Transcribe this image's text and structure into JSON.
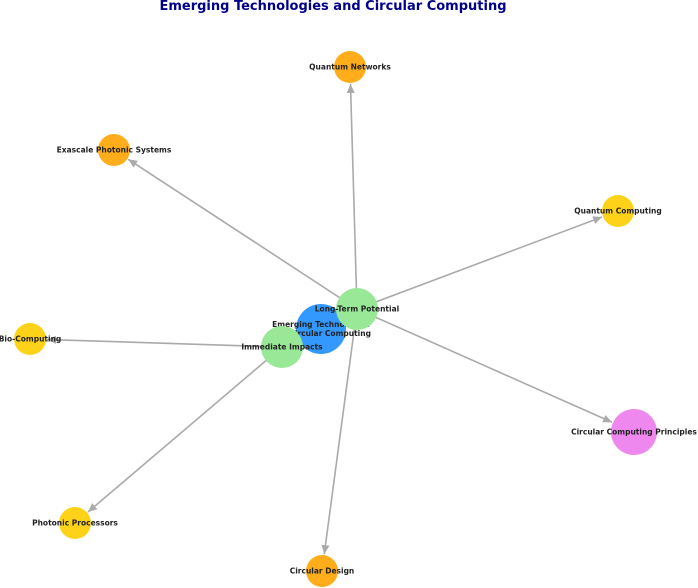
{
  "title": "Emerging Technologies and Circular Computing",
  "colors": {
    "title": "#00008b",
    "edge": "#aaaaaa",
    "root": "#3399ff",
    "category": "#98e898",
    "near_term": "#ffd21a",
    "long_term": "#ffad1a",
    "principles": "#ee88ee"
  },
  "nodes": [
    {
      "id": "root",
      "label": [
        "Emerging Technologies",
        "and Circular Computing"
      ],
      "color": "#3399ff"
    },
    {
      "id": "immediate",
      "label": [
        "Immediate Impacts"
      ],
      "color": "#98e898"
    },
    {
      "id": "longterm",
      "label": [
        "Long-Term Potential"
      ],
      "color": "#98e898"
    },
    {
      "id": "quantum_networks",
      "label": [
        "Quantum Networks"
      ],
      "color": "#ffad1a"
    },
    {
      "id": "exascale",
      "label": [
        "Exascale Photonic Systems"
      ],
      "color": "#ffad1a"
    },
    {
      "id": "quantum_computing",
      "label": [
        "Quantum Computing"
      ],
      "color": "#ffd21a"
    },
    {
      "id": "bio",
      "label": [
        "Bio-Computing"
      ],
      "color": "#ffd21a"
    },
    {
      "id": "ccp",
      "label": [
        "Circular Computing Principles"
      ],
      "color": "#ee88ee"
    },
    {
      "id": "photonic",
      "label": [
        "Photonic Processors"
      ],
      "color": "#ffd21a"
    },
    {
      "id": "circular_design",
      "label": [
        "Circular Design"
      ],
      "color": "#ffad1a"
    }
  ],
  "edges": [
    {
      "from": "longterm",
      "to": "quantum_networks"
    },
    {
      "from": "longterm",
      "to": "exascale"
    },
    {
      "from": "longterm",
      "to": "quantum_computing"
    },
    {
      "from": "longterm",
      "to": "ccp"
    },
    {
      "from": "longterm",
      "to": "circular_design"
    },
    {
      "from": "immediate",
      "to": "bio"
    },
    {
      "from": "immediate",
      "to": "photonic"
    }
  ]
}
